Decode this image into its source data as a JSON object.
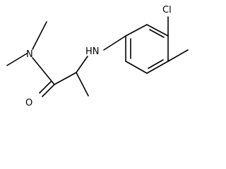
{
  "structure": {
    "atoms": {
      "cl": "Cl",
      "nh": "HN",
      "n": "N",
      "o": "O"
    }
  },
  "colors": {
    "bond": "#000000",
    "text": "#000000",
    "background": "#ffffff"
  }
}
